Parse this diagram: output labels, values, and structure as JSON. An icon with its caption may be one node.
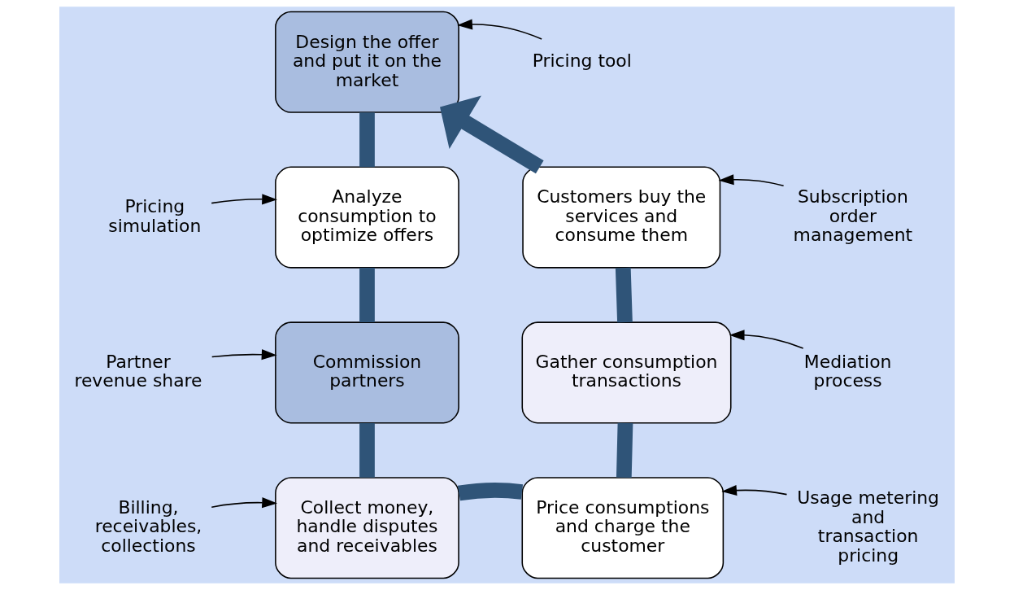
{
  "diagram": {
    "nodes": [
      {
        "text": [
          "Design the offer and put it on the market"
        ]
      },
      {
        "text": [
          "Pricing tool"
        ]
      },
      {
        "text": [
          "Analyze consumption to optimize offers"
        ]
      },
      {
        "text": [
          "Pricing simulation"
        ]
      },
      {
        "text": [
          "Customers buy the services and consume them"
        ]
      },
      {
        "text": [
          "Subscription order management"
        ]
      },
      {
        "text": [
          "Partner revenue share"
        ]
      },
      {
        "text": [
          "Commission partners"
        ]
      },
      {
        "text": [
          "Gather consumption transactions"
        ]
      },
      {
        "text": [
          "Mediation process"
        ]
      },
      {
        "text": [
          "Billing, receivables, collections"
        ]
      },
      {
        "text": [
          "Collect money, handle disputes and receivables"
        ]
      },
      {
        "text": [
          "Price consumptions and charge the customer"
        ]
      },
      {
        "text": [
          "Usage metering and transaction pricing"
        ]
      }
    ],
    "edges": [
      {
        "from": 1,
        "to": 0,
        "arrow": "to",
        "color": "#000000"
      },
      {
        "from": 3,
        "to": 2,
        "arrow": "to",
        "color": "#000000"
      },
      {
        "from": 5,
        "to": 4,
        "arrow": "to",
        "color": "#000000"
      },
      {
        "from": 6,
        "to": 7,
        "arrow": "to",
        "color": "#000000"
      },
      {
        "from": 9,
        "to": 8,
        "arrow": "to",
        "color": "#000000"
      },
      {
        "from": 10,
        "to": 11,
        "arrow": "to",
        "color": "#000000"
      },
      {
        "from": 13,
        "to": 12,
        "arrow": "to",
        "color": "#000000"
      },
      {
        "from": 0,
        "to": 2,
        "arrow": "none",
        "style": "thick",
        "color": "#2f5478"
      },
      {
        "from": 2,
        "to": 7,
        "arrow": "none",
        "style": "thick",
        "color": "#2f5478"
      },
      {
        "from": 7,
        "to": 11,
        "arrow": "none",
        "style": "thick",
        "color": "#2f5478"
      },
      {
        "from": 11,
        "to": 12,
        "arrow": "none",
        "style": "thick",
        "color": "#2f5478"
      },
      {
        "from": 12,
        "to": 8,
        "arrow": "none",
        "style": "thick",
        "color": "#2f5478"
      },
      {
        "from": 8,
        "to": 4,
        "arrow": "none",
        "style": "thick",
        "color": "#2f5478"
      },
      {
        "from": 4,
        "to": 0,
        "arrow": "to",
        "style": "thick",
        "color": "#2f5478"
      }
    ]
  }
}
